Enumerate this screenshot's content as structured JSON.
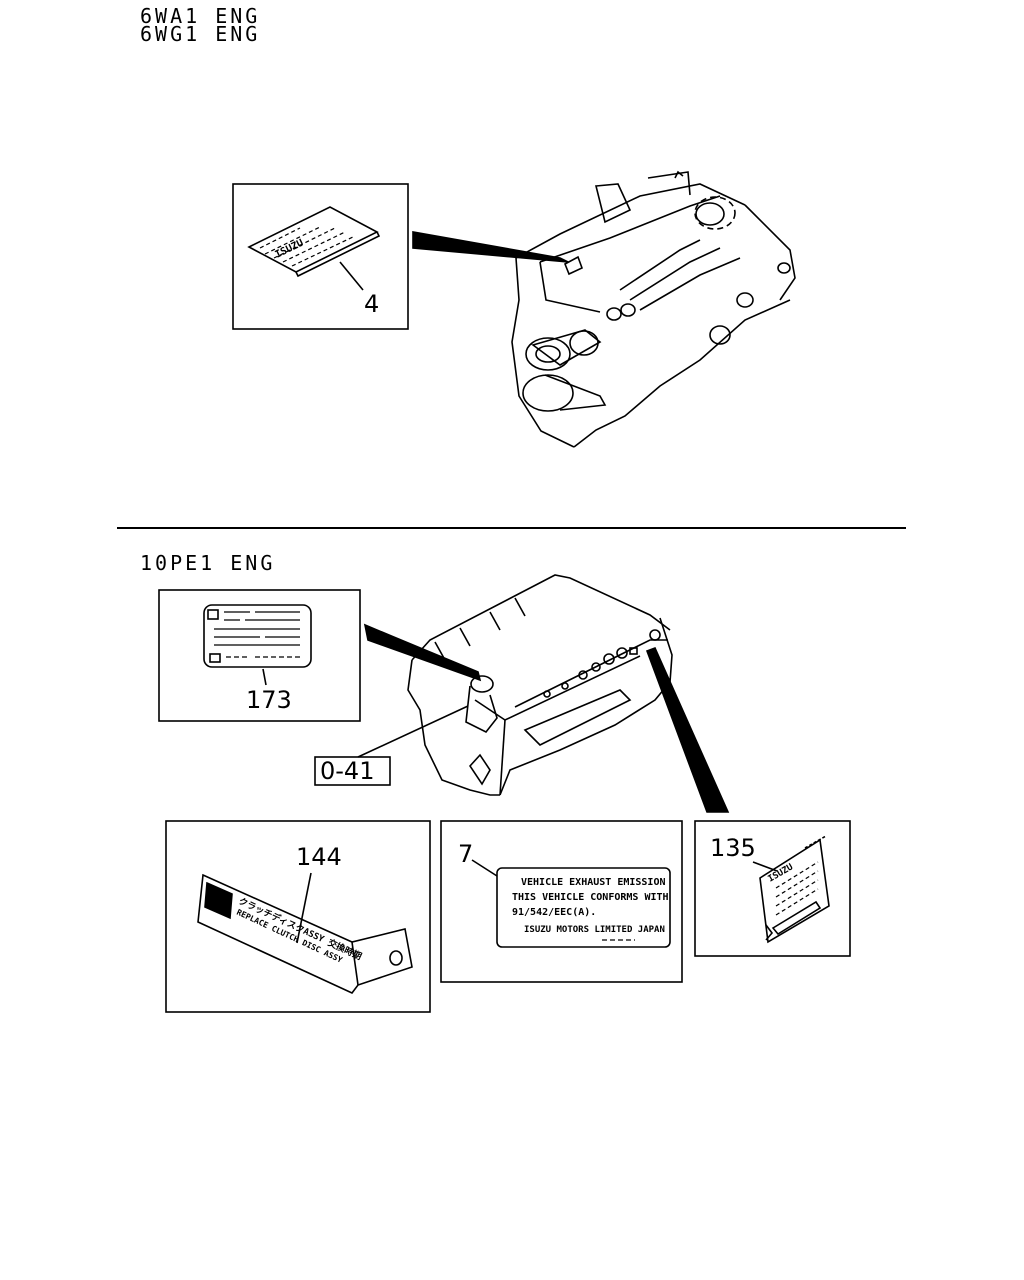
{
  "sections": [
    {
      "engines": [
        "6WA1 ENG",
        "6WG1 ENG"
      ]
    },
    {
      "engines": [
        "10PE1 ENG"
      ]
    }
  ],
  "callouts": {
    "c4": "4",
    "c173": "173",
    "c041": "0-41",
    "c144": "144",
    "c7": "7",
    "c135": "135"
  },
  "labels": {
    "isuzu_brand": "ISUZU",
    "emission_plate": [
      "VEHICLE EXHAUST EMISSION",
      "THIS VEHICLE CONFORMS WITH",
      "91/542/EEC(A).",
      "ISUZU MOTORS LIMITED JAPAN"
    ],
    "clutch_label_jp": "クラッチディスクASSY 交換時期",
    "clutch_label_en": "REPLACE CLUTCH DISC ASSY"
  }
}
